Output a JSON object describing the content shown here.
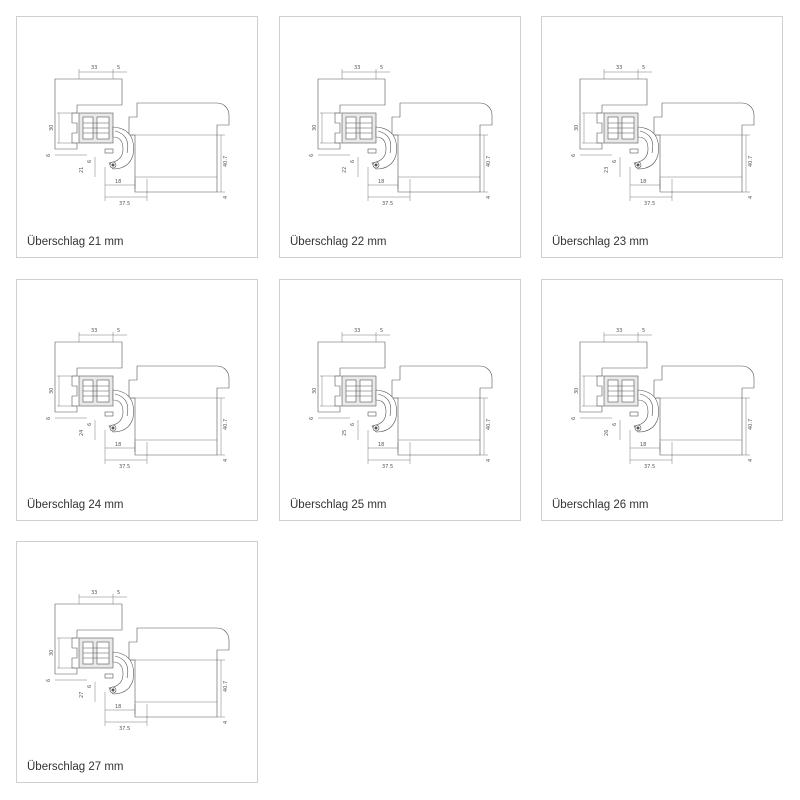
{
  "diagrams": [
    {
      "caption": "Überschlag 21 mm",
      "overlap": "21"
    },
    {
      "caption": "Überschlag 22 mm",
      "overlap": "22"
    },
    {
      "caption": "Überschlag 23 mm",
      "overlap": "23"
    },
    {
      "caption": "Überschlag 24 mm",
      "overlap": "24"
    },
    {
      "caption": "Überschlag 25 mm",
      "overlap": "25"
    },
    {
      "caption": "Überschlag 26 mm",
      "overlap": "26"
    },
    {
      "caption": "Überschlag 27 mm",
      "overlap": "27"
    }
  ],
  "dimensions": {
    "top_width": "33",
    "top_gap": "5",
    "side_height": "30",
    "side_small": "6",
    "right_height": "40.7",
    "right_small": "4",
    "bottom_inner": "18",
    "bottom_outer": "37.5",
    "hinge_small": "6"
  },
  "colors": {
    "line": "#555555",
    "hinge_fill": "#e9e9e9",
    "border": "#cfcfcf",
    "caption": "#333333"
  }
}
